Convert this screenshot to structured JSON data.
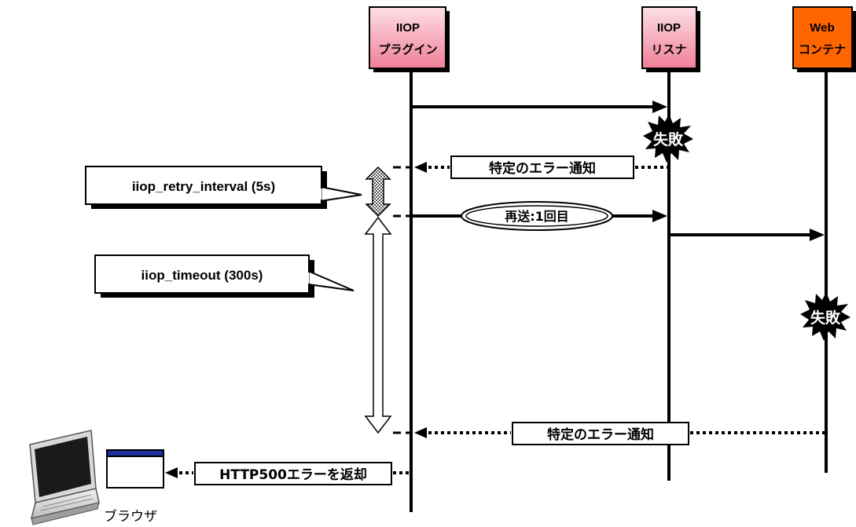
{
  "participants": {
    "plugin": {
      "line1": "IIOP",
      "line2": "プラグイン",
      "fill": "#f7a8b8"
    },
    "listener": {
      "line1": "IIOP",
      "line2": "リスナ",
      "fill": "#f7a8b8"
    },
    "web": {
      "line1": "Web",
      "line2": "コンテナ",
      "fill": "#ff6600"
    }
  },
  "failure_label": "失敗",
  "messages": {
    "error_notice_1": "特定のエラー通知",
    "resend": "再送:1回目",
    "error_notice_2": "特定のエラー通知",
    "http500": "HTTP500エラーを返却"
  },
  "callouts": {
    "retry_interval": "iiop_retry_interval (5s)",
    "timeout": "iiop_timeout (300s)"
  },
  "browser_label": "ブラウザ"
}
